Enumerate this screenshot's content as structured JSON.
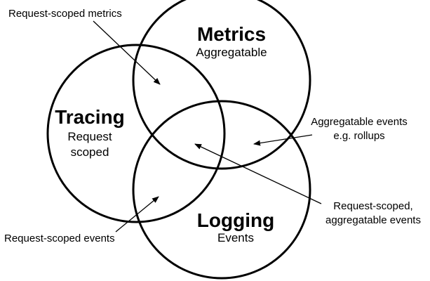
{
  "circles": {
    "metrics": {
      "title": "Metrics",
      "subtitle": "Aggregatable"
    },
    "tracing": {
      "title": "Tracing",
      "subtitle_line1": "Request",
      "subtitle_line2": "scoped"
    },
    "logging": {
      "title": "Logging",
      "subtitle": "Events"
    }
  },
  "annotations": {
    "request_scoped_metrics": "Request-scoped metrics",
    "aggregatable_events_line1": "Aggregatable events",
    "aggregatable_events_line2": "e.g. rollups",
    "request_scoped_aggregatable_line1": "Request-scoped,",
    "request_scoped_aggregatable_line2": "aggregatable events",
    "request_scoped_events": "Request-scoped events"
  },
  "colors": {
    "stroke": "#000000",
    "background": "#ffffff"
  }
}
